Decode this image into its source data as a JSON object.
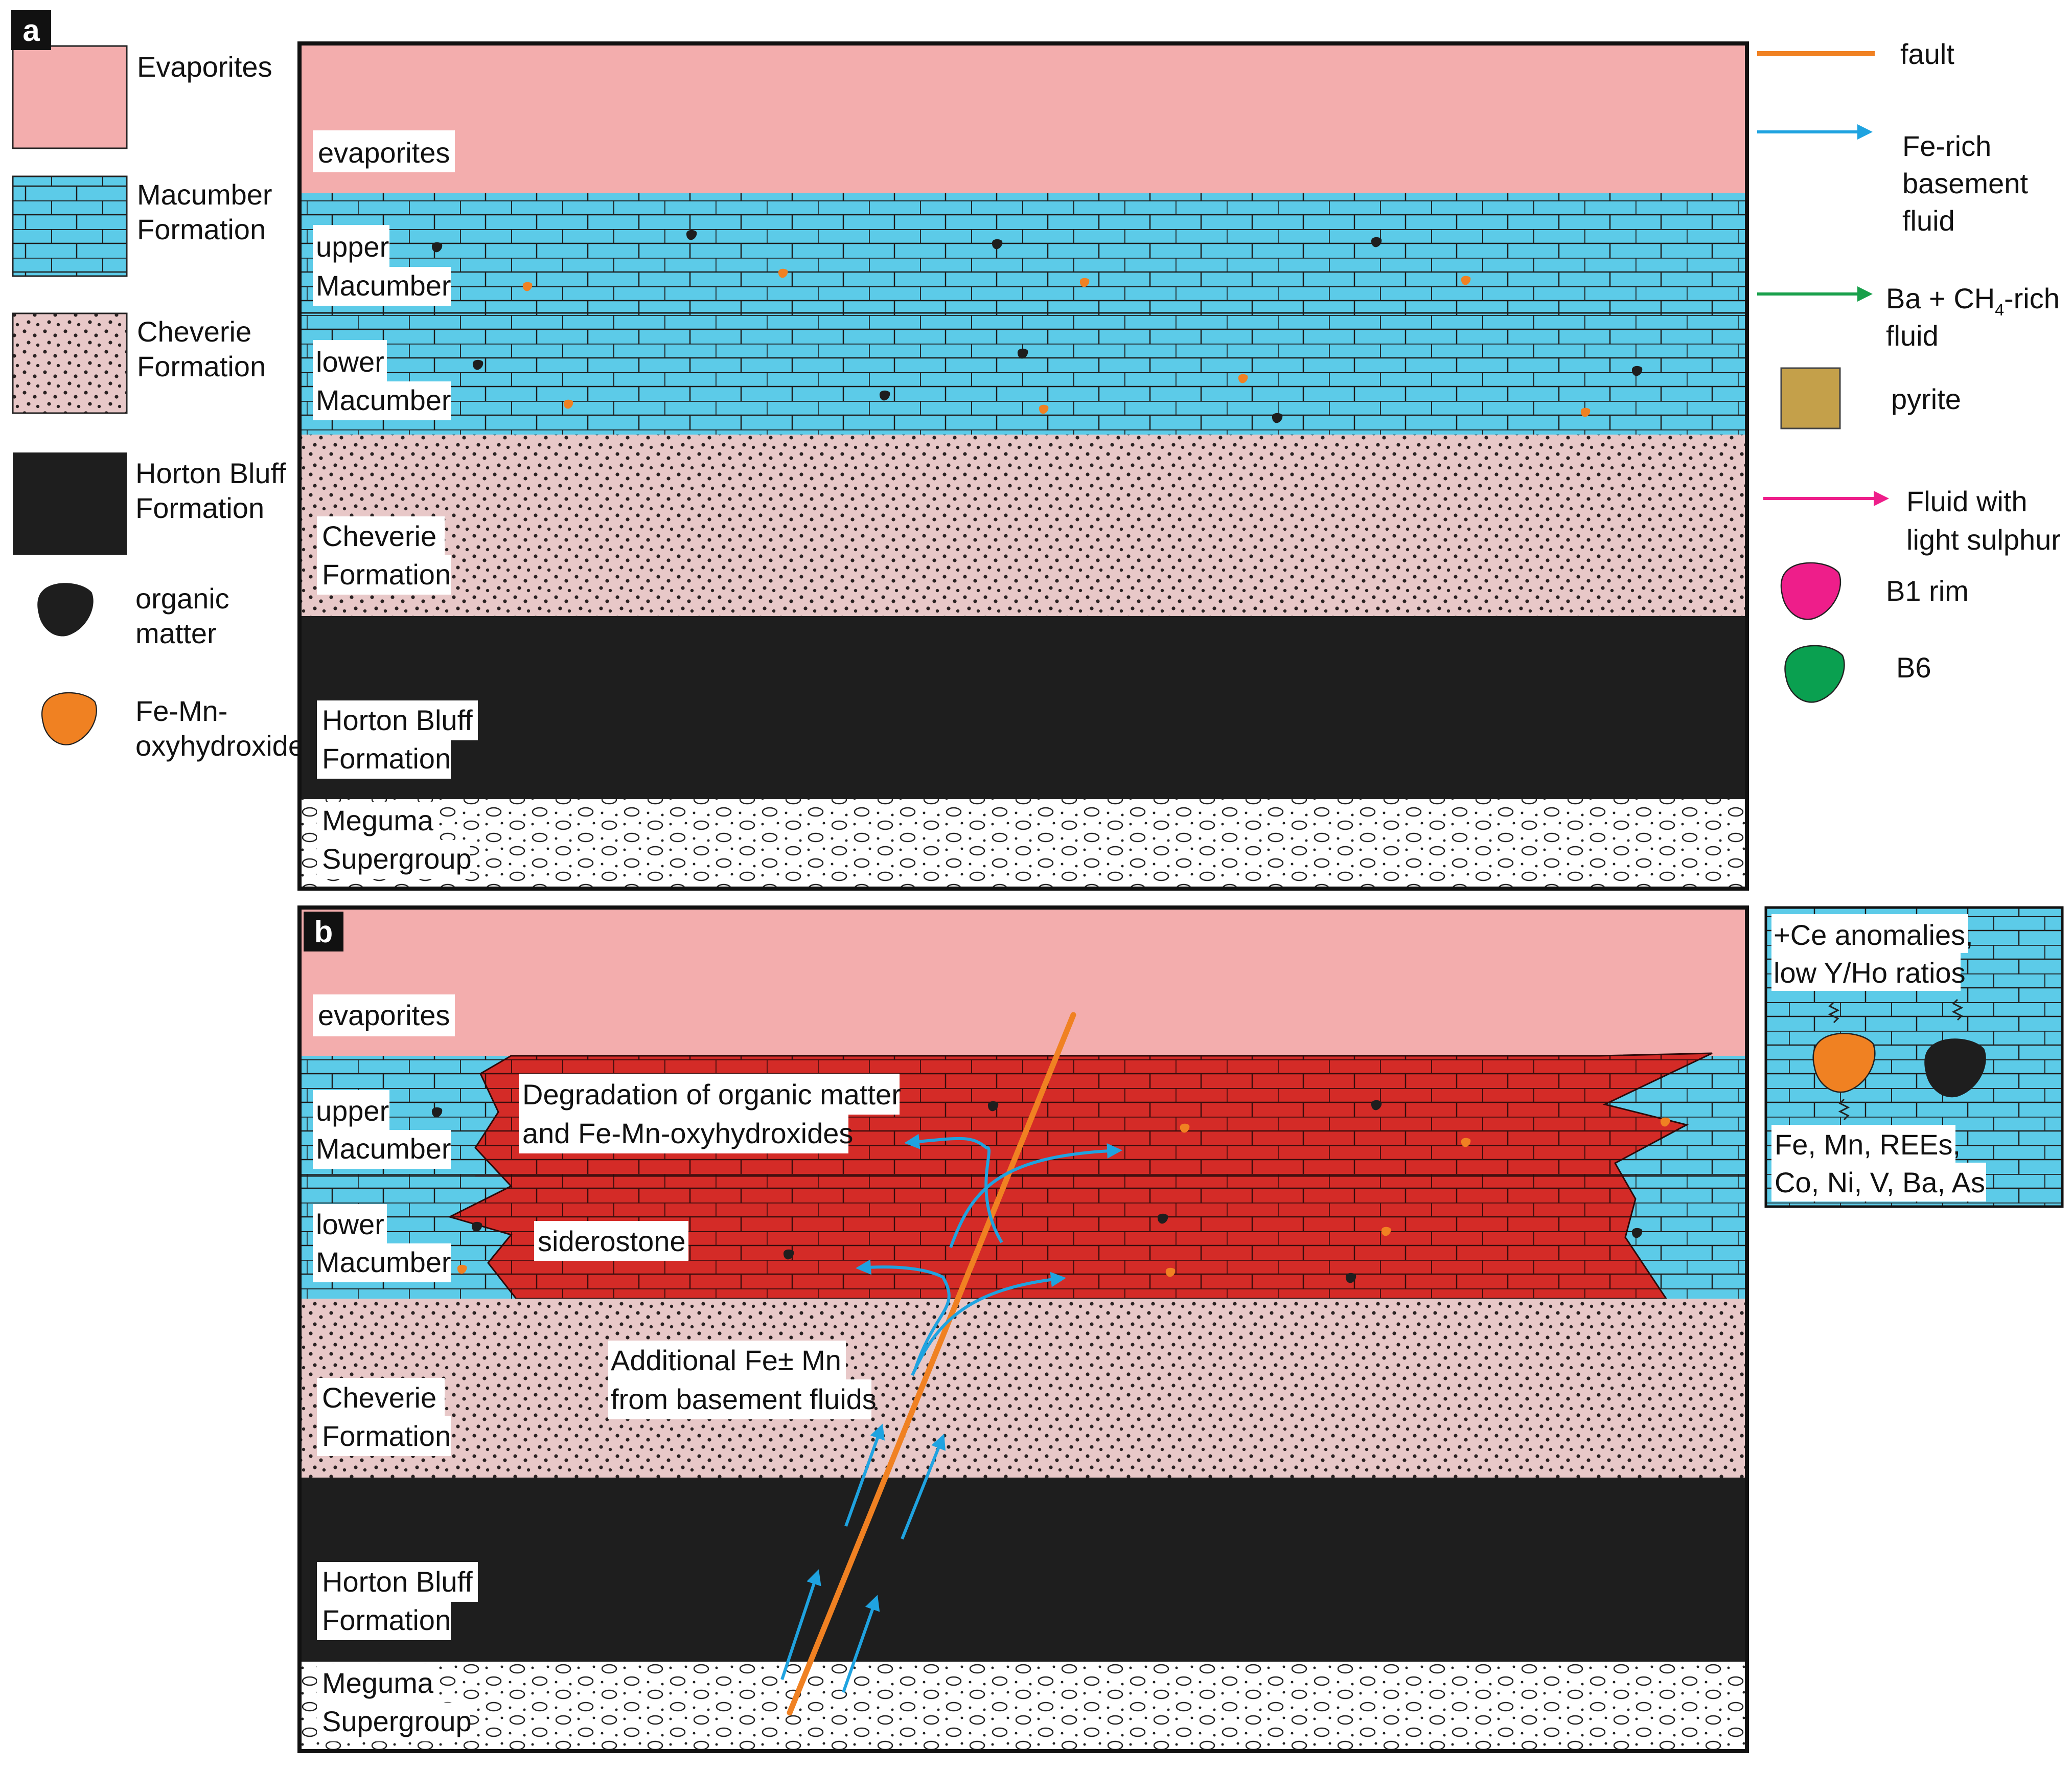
{
  "colors": {
    "evaporite": "#f3adad",
    "limestone": "#5ccbe8",
    "cheverie": "#e8c8c8",
    "horton": "#1e1e1e",
    "siderostone": "#d42b27",
    "fault": "#f08122",
    "fe_fluid": "#1fa3e0",
    "ba_fluid": "#19a04b",
    "pyrite": "#c4a04a",
    "light_s_fluid": "#ee1e8a",
    "b1_rim": "#ee1e8a",
    "b6": "#0aa050",
    "organic": "#1e1e1e",
    "femn": "#f08122"
  },
  "legend_left": {
    "evaporites": "Evaporites",
    "macumber_1": "Macumber",
    "macumber_2": "Formation",
    "cheverie_1": "Cheverie",
    "cheverie_2": "Formation",
    "horton_1": "Horton Bluff",
    "horton_2": "Formation",
    "organic_1": "organic",
    "organic_2": "matter",
    "femn_1": "Fe-Mn-",
    "femn_2": "oxyhydroxide"
  },
  "legend_right": {
    "fault": "fault",
    "fe_fluid_1": "Fe-rich",
    "fe_fluid_2": "basement",
    "fe_fluid_3": "fluid",
    "ba_fluid_1a": "Ba + CH",
    "ba_fluid_1sub": "4",
    "ba_fluid_1b": "-rich",
    "ba_fluid_2": "fluid",
    "pyrite": "pyrite",
    "light_s_1": "Fluid with",
    "light_s_2": "light sulphur",
    "b1_rim": "B1 rim",
    "b6": "B6"
  },
  "panel_a": {
    "letter": "a",
    "evaporites": "evaporites",
    "upper_1": "upper",
    "upper_2": "Macumber",
    "lower_1": "lower",
    "lower_2": "Macumber",
    "cheverie_1": "Cheverie",
    "cheverie_2": "Formation",
    "horton_1": "Horton Bluff",
    "horton_2": "Formation",
    "meguma_1": "Meguma",
    "meguma_2": "Supergroup"
  },
  "panel_b": {
    "letter": "b",
    "evaporites": "evaporites",
    "upper_1": "upper",
    "upper_2": "Macumber",
    "lower_1": "lower",
    "lower_2": "Macumber",
    "cheverie_1": "Cheverie",
    "cheverie_2": "Formation",
    "horton_1": "Horton Bluff",
    "horton_2": "Formation",
    "meguma_1": "Meguma",
    "meguma_2": "Supergroup",
    "degradation_1": "Degradation of organic matter",
    "degradation_2": "and Fe-Mn-oxyhydroxides",
    "siderostone": "siderostone",
    "additional_1": "Additional Fe± Mn",
    "additional_2": "from basement fluids"
  },
  "inset": {
    "line1": "+Ce anomalies,",
    "line2": "low Y/Ho ratios",
    "line3": "Fe, Mn, REEs,",
    "line4": "Co, Ni, V, Ba, As"
  }
}
